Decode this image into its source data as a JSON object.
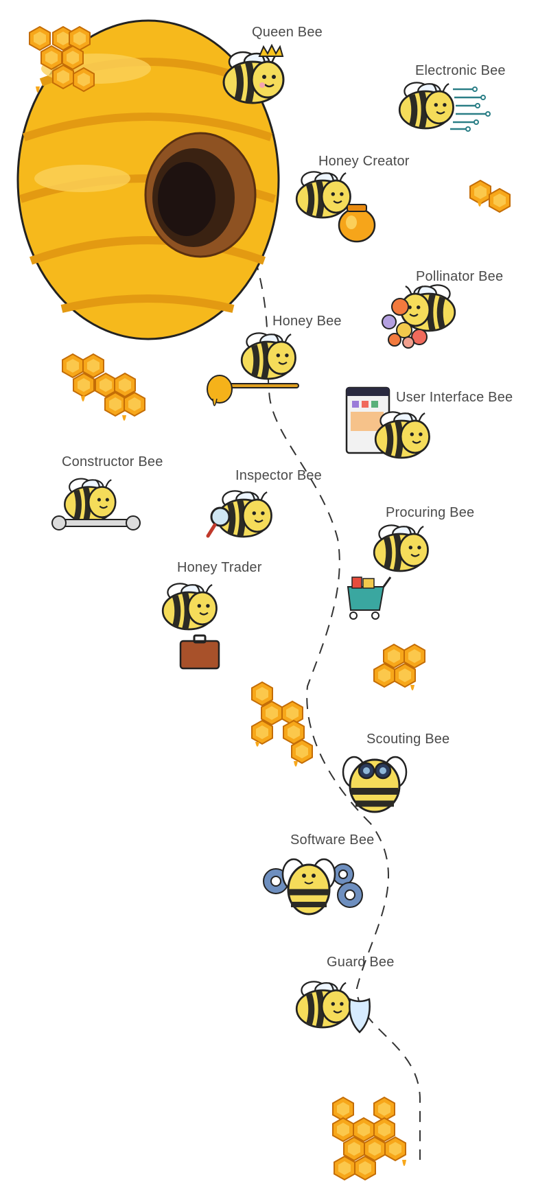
{
  "labels": {
    "queen": "Queen Bee",
    "electronic": "Electronic Bee",
    "honey_creator": "Honey Creator",
    "pollinator": "Pollinator Bee",
    "honey_bee": "Honey Bee",
    "ui_bee": "User Interface Bee",
    "constructor": "Constructor Bee",
    "inspector": "Inspector Bee",
    "procuring": "Procuring Bee",
    "honey_trader": "Honey Trader",
    "scouting": "Scouting Bee",
    "software": "Software Bee",
    "guard": "Guard Bee"
  },
  "colors": {
    "hive": "#f6b91c",
    "hive_dark": "#e39a12",
    "bee_yellow": "#f5dc5a",
    "bee_stripe": "#2c2b25",
    "honeycomb": "#f7a71a",
    "label_text": "#4a4a4a",
    "path": "#333333"
  }
}
